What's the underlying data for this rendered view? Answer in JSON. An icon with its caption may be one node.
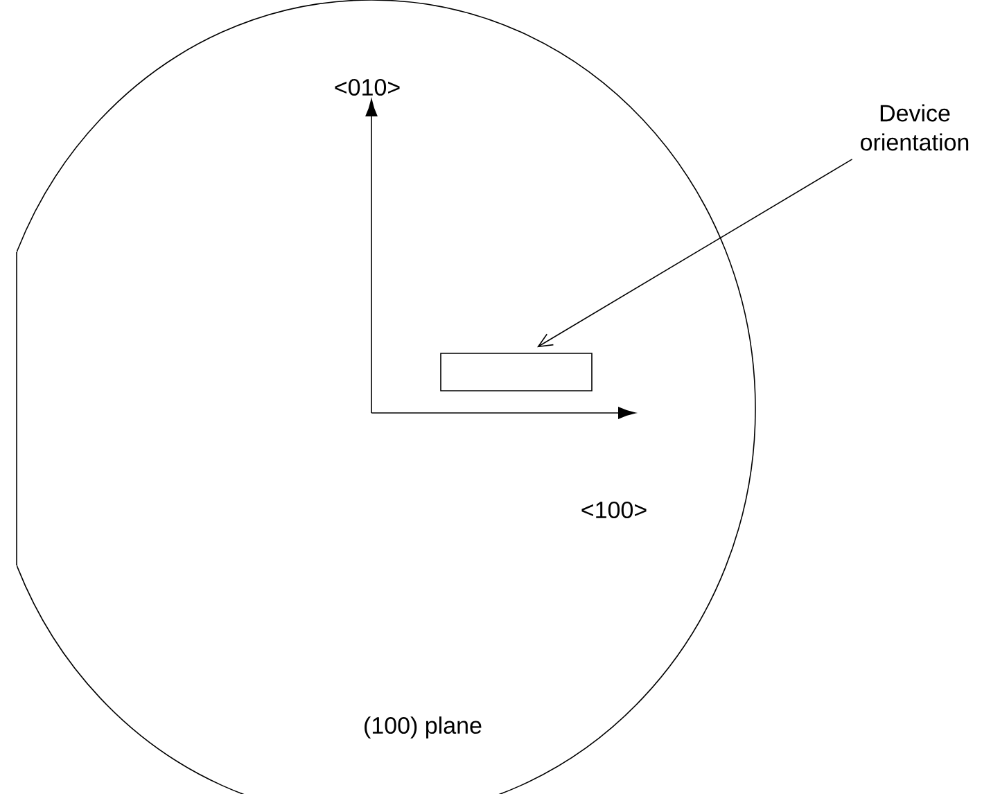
{
  "diagram": {
    "nodes": [
      {
        "text": [
          "(100) plane"
        ]
      },
      {
        "text": [],
        "shape": "box",
        "in": 0
      },
      {
        "text": [
          "Device orientation"
        ]
      }
    ],
    "edges": [
      {
        "from": 2,
        "to": 1,
        "arrow": "to"
      }
    ],
    "labels": [
      "<010>",
      "<100>"
    ]
  }
}
